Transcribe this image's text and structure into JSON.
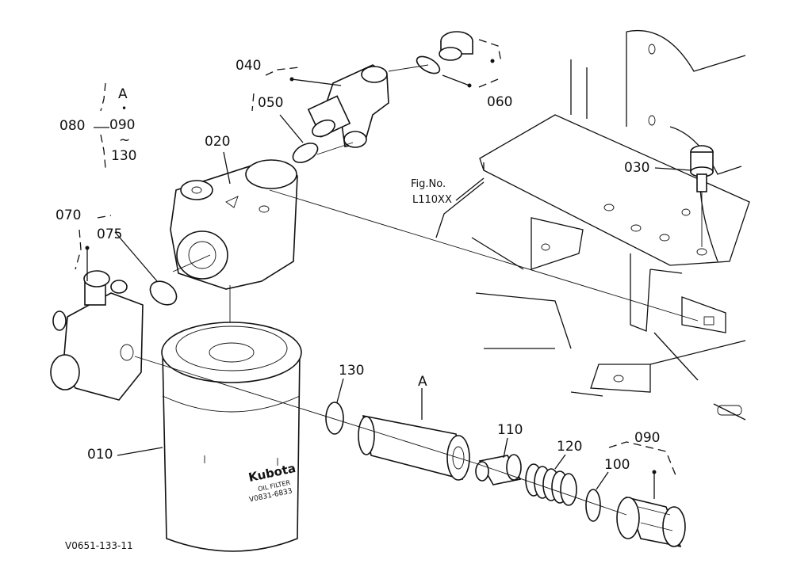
{
  "figure": {
    "code": "V0651-133-11",
    "fig_ref": {
      "line1": "Fig.No.",
      "line2": "L110XX"
    }
  },
  "callouts": {
    "p010": "010",
    "p020": "020",
    "p030": "030",
    "p040": "040",
    "p050": "050",
    "p060": "060",
    "p070": "070",
    "p075": "075",
    "p080": "080",
    "p090": "090",
    "p100": "100",
    "p110": "110",
    "p120": "120",
    "p130": "130",
    "assembly_a": "A"
  },
  "group_080": {
    "head": "080",
    "a": "A",
    "dot": "•",
    "from": "090",
    "tilde": "~",
    "to": "130"
  },
  "filter_label": {
    "brand": "Kubota",
    "line1": "OIL FILTER",
    "line2": "V0831-6833"
  }
}
